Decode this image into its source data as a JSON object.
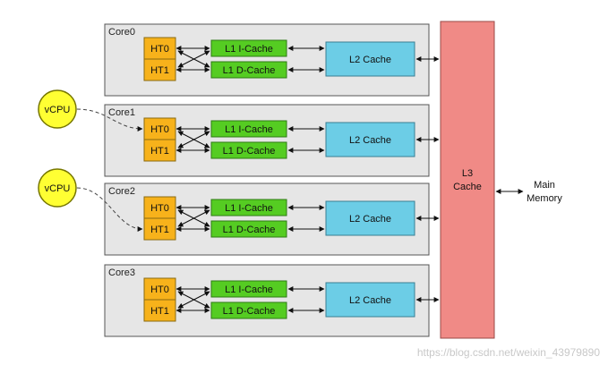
{
  "cores": [
    {
      "label": "Core0",
      "ht": [
        "HT0",
        "HT1"
      ],
      "l1": [
        "L1 I-Cache",
        "L1 D-Cache"
      ],
      "l2": "L2 Cache",
      "vcpu": null
    },
    {
      "label": "Core1",
      "ht": [
        "HT0",
        "HT1"
      ],
      "l1": [
        "L1 I-Cache",
        "L1 D-Cache"
      ],
      "l2": "L2 Cache",
      "vcpu": {
        "label": "vCPU",
        "target": 0
      }
    },
    {
      "label": "Core2",
      "ht": [
        "HT0",
        "HT1"
      ],
      "l1": [
        "L1 I-Cache",
        "L1 D-Cache"
      ],
      "l2": "L2 Cache",
      "vcpu": {
        "label": "vCPU",
        "target": 1
      }
    },
    {
      "label": "Core3",
      "ht": [
        "HT0",
        "HT1"
      ],
      "l1": [
        "L1 I-Cache",
        "L1 D-Cache"
      ],
      "l2": "L2 Cache",
      "vcpu": null
    }
  ],
  "l3": {
    "line1": "L3",
    "line2": "Cache"
  },
  "memory": {
    "line1": "Main",
    "line2": "Memory"
  },
  "watermark": "https://blog.csdn.net/weixin_43979890",
  "colors": {
    "ht": "#f7b21b",
    "l1": "#55cc22",
    "l2": "#6ccde6",
    "l3": "#f08a86",
    "vcpu": "#ffff33",
    "core": "#e6e6e6"
  }
}
